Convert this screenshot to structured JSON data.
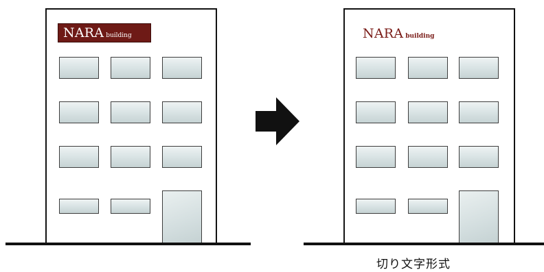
{
  "before": {
    "sign_main": "NARA",
    "sign_sub": "building",
    "sign_style": "boxed"
  },
  "after": {
    "sign_main": "NARA",
    "sign_sub": "building",
    "sign_style": "cut-out letters",
    "caption": "切り文字形式"
  },
  "colors": {
    "sign_background": "#6e1a16",
    "cutout_letter": "#7a1c18",
    "window_glass": "#d6e0e1",
    "outline": "#111111"
  },
  "icons": {
    "transition": "right-arrow-icon"
  },
  "building": {
    "window_rows": 4,
    "windows_per_row": 3,
    "door_replaces_last_window": true
  }
}
